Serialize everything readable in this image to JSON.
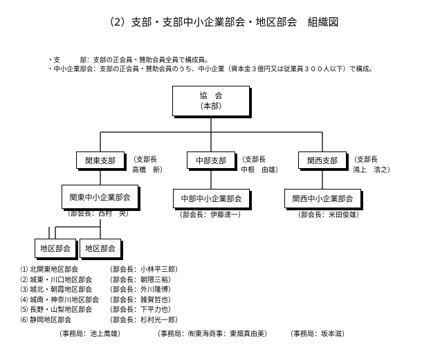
{
  "title": "（2）支部・支部中小企業部会・地区部会　組織図",
  "notes": [
    {
      "label": "・支　　　部",
      "text": "：支部の正会員・賛助会員全員で構成員。"
    },
    {
      "label": "・中小企業部会",
      "text": "：支部の正会員・賛助会員のうち、中小企業（資本金３億円又は従業員３００人以下）で構成。"
    }
  ],
  "headquarters": {
    "name": "協　会",
    "sub": "（本部）"
  },
  "branches": [
    {
      "name": "関東支部",
      "head_label": "（支部長",
      "head_name": "高橋　新）",
      "sme": "関東中小企業部会",
      "sme_head": "（部会長：西村　央）"
    },
    {
      "name": "中部支部",
      "head_label": "（支部長",
      "head_name": "中根　由雄）",
      "sme": "中部中小企業部会",
      "sme_head": "（部会長：伊藤達一）"
    },
    {
      "name": "関西支部",
      "head_label": "（支部長",
      "head_name": "鴻上　浩之）",
      "sme": "関西中小企業部会",
      "sme_head": "（部会長：米田俊雄）"
    }
  ],
  "district_boxes": [
    "地区部会",
    "地区部会"
  ],
  "districts": [
    {
      "name": "⑴ 北関東地区部会",
      "head": "（部会長：小林平三郎）"
    },
    {
      "name": "⑵ 城東・川口地区部会",
      "head": "（部会長：朝隈三裕）"
    },
    {
      "name": "⑶ 城北・朝霞地区部会",
      "head": "（部会長：外川隆博）"
    },
    {
      "name": "⑷ 城南・神奈川地区部会",
      "head": "（部会長：雑賀哲也）"
    },
    {
      "name": "⑸ 長野・山梨地区部会",
      "head": "（部会長：下平力也）"
    },
    {
      "name": "⑹ 静岡地区部会",
      "head": "（部会長：杉村光一郎）"
    }
  ],
  "secretariats": [
    "（事務局：池上喬雄）",
    "（事務局：㈲東海商事：東畑真由美）",
    "（事務局：坂本滋）"
  ]
}
